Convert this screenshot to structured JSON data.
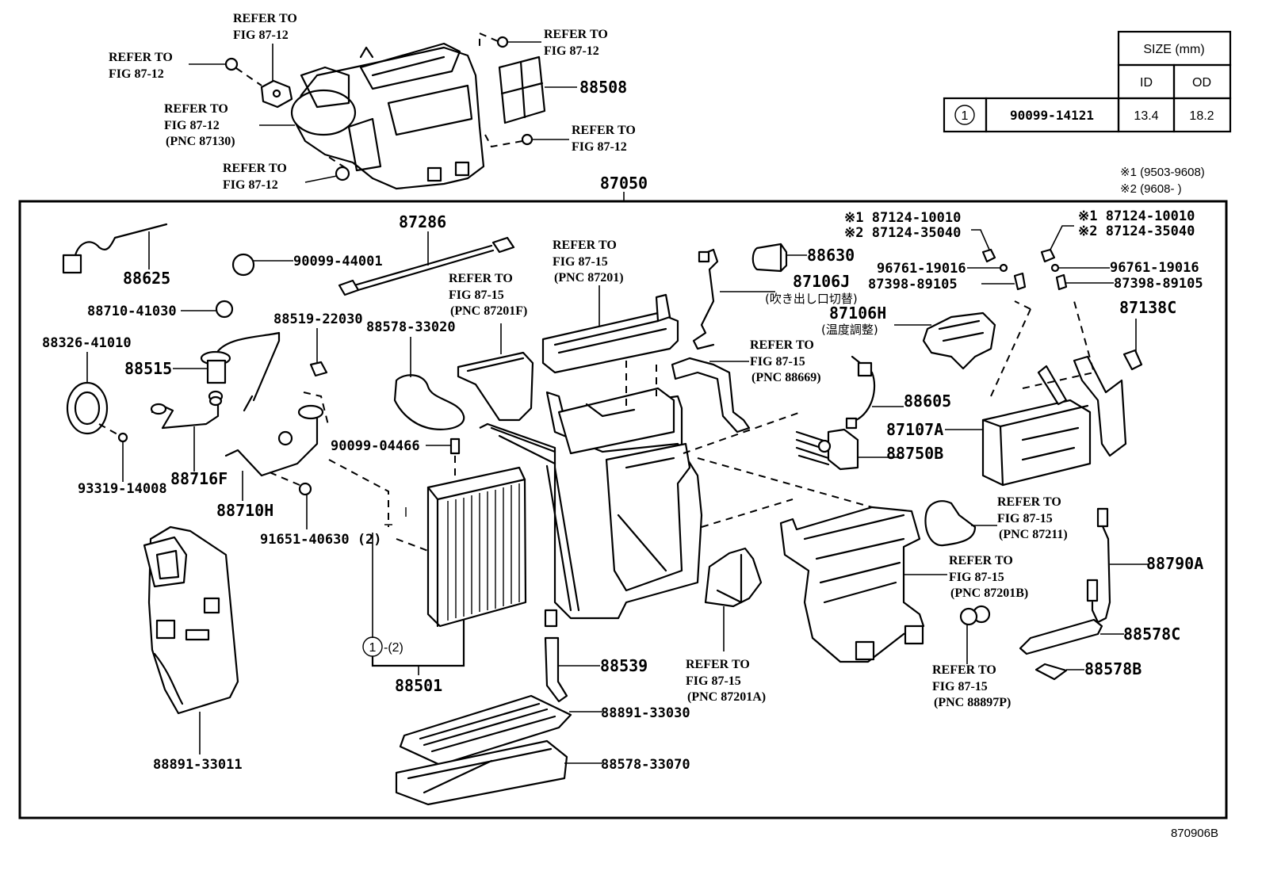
{
  "diagram": {
    "figure_id": "870906B",
    "assembly_number": "87050",
    "size_table": {
      "header": "SIZE (mm)",
      "col_id": "ID",
      "col_od": "OD",
      "rows": [
        {
          "symbol": "1",
          "part_no": "90099-14121",
          "id": "13.4",
          "od": "18.2"
        }
      ]
    },
    "notes": [
      "※1 (9503-9608)",
      "※2 (9608-      )"
    ],
    "top_refs": {
      "ref_a": [
        "REFER TO",
        "FIG 87-12"
      ],
      "ref_b": [
        "REFER TO",
        "FIG 87-12"
      ],
      "ref_c": [
        "REFER TO",
        "FIG 87-12",
        "(PNC 87130)"
      ],
      "ref_d": [
        "REFER TO",
        "FIG 87-12"
      ],
      "ref_e": [
        "REFER TO",
        "FIG 87-12"
      ],
      "ref_f": [
        "REFER TO",
        "FIG 87-12"
      ],
      "part_88508": "88508"
    },
    "labels": {
      "p88625": "88625",
      "p90099_44001": "90099-44001",
      "p87286": "87286",
      "p88710_41030": "88710-41030",
      "p88326_41010": "88326-41010",
      "p88515": "88515",
      "p88519_22030": "88519-22030",
      "p88578_33020": "88578-33020",
      "p93319_14008": "93319-14008",
      "p88716F": "88716F",
      "p88710H": "88710H",
      "p90099_04466": "90099-04466",
      "p91651_40630": "91651-40630 (2)",
      "p88891_33011": "88891-33011",
      "p88501": "88501",
      "p88501_seal": "-(2)",
      "p88501_symbol": "1",
      "p88539": "88539",
      "p88891_33030": "88891-33030",
      "p88578_33070": "88578-33070",
      "p88630": "88630",
      "p87106J": "87106J",
      "p87106J_jp": "(吹き出し口切替)",
      "p87106H": "87106H",
      "p87106H_jp": "(温度調整)",
      "p88605": "88605",
      "p87107A": "87107A",
      "p88750B": "88750B",
      "p87138C": "87138C",
      "p88790A": "88790A",
      "p88578C": "88578C",
      "p88578B": "88578B",
      "clip_left": [
        "※1 87124-10010",
        "※2 87124-35040"
      ],
      "clip_right": [
        "※1 87124-10010",
        "※2 87124-35040"
      ],
      "p96761_left": "96761-19016",
      "p87398_left": "87398-89105",
      "p96761_right": "96761-19016",
      "p87398_right": "87398-89105"
    },
    "inner_refs": {
      "r87201": [
        "REFER TO",
        "FIG 87-15",
        "(PNC 87201)"
      ],
      "r87201F": [
        "REFER TO",
        "FIG 87-15",
        "(PNC 87201F)"
      ],
      "r88669": [
        "REFER TO",
        "FIG 87-15",
        "(PNC 88669)"
      ],
      "r87211": [
        "REFER TO",
        "FIG 87-15",
        "(PNC 87211)"
      ],
      "r87201B": [
        "REFER TO",
        "FIG 87-15",
        "(PNC 87201B)"
      ],
      "r87201A": [
        "REFER TO",
        "FIG 87-15",
        "(PNC 87201A)"
      ],
      "r88897P": [
        "REFER TO",
        "FIG 87-15",
        "(PNC 88897P)"
      ]
    }
  }
}
